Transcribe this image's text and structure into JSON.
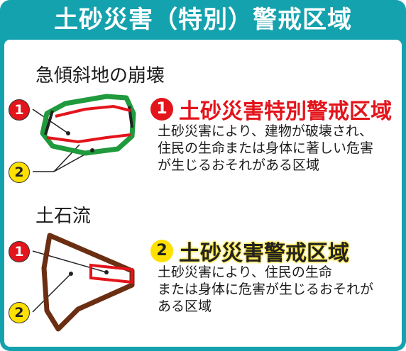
{
  "title": "土砂災害（特別）警戒区域",
  "sections": {
    "slope_label": "急傾斜地の崩壊",
    "debris_label": "土石流"
  },
  "badges": {
    "one": "1",
    "two": "2"
  },
  "zones": {
    "special": {
      "number": "1",
      "heading": "土砂災害特別警戒区域",
      "description": "土砂災害により、建物が破壊され、\n住民の生命または身体に著しい危害\nが生じるおそれがある区域"
    },
    "warning": {
      "number": "2",
      "heading": "土砂災害警戒区域",
      "description": "土砂災害により、住民の生命\nまたは身体に危害が生じるおそれが\nある区域"
    }
  },
  "colors": {
    "frame": "#14a2ae",
    "special_zone": "#e3141b",
    "warning_zone": "#ffe000",
    "slope_outline": "#1f9a3c",
    "debris_outline": "#6b2e12"
  }
}
